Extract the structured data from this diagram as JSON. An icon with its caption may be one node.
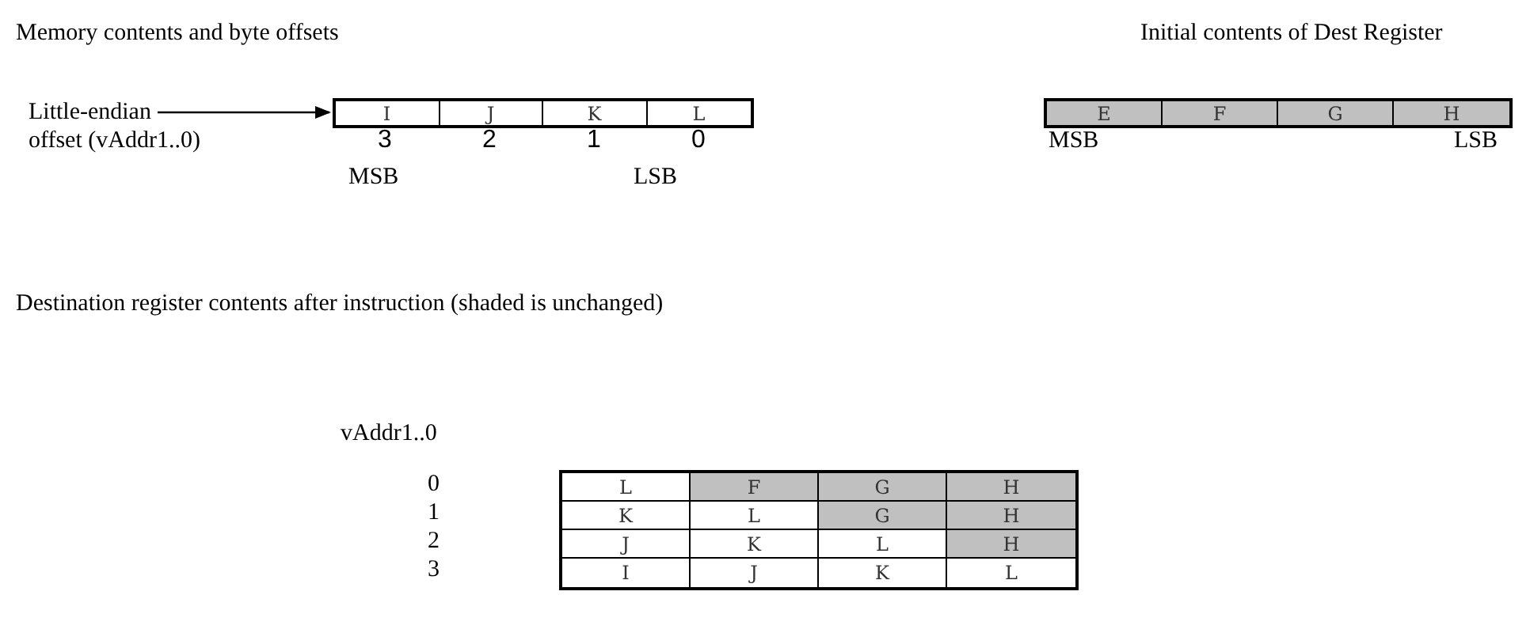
{
  "diagram": {
    "nodes": [
      {
        "text": [
          "Little-endian"
        ]
      },
      {
        "text": [],
        "shape": "box"
      },
      {
        "text": [
          "I"
        ],
        "in": 1
      },
      {
        "text": [
          "J"
        ],
        "in": 1
      },
      {
        "text": [
          "K"
        ],
        "in": 1
      },
      {
        "text": [
          "L"
        ],
        "in": 1
      },
      {
        "text": [],
        "shape": "box"
      },
      {
        "text": [
          "E"
        ],
        "in": 6
      },
      {
        "text": [
          "F"
        ],
        "in": 6
      },
      {
        "text": [
          "G"
        ],
        "in": 6
      },
      {
        "text": [
          "H"
        ],
        "in": 6
      },
      {
        "text": [],
        "shape": "box"
      },
      {
        "text": [
          "L"
        ],
        "in": 11
      },
      {
        "text": [
          "F"
        ],
        "in": 11
      },
      {
        "text": [
          "G"
        ],
        "in": 11
      },
      {
        "text": [
          "H"
        ],
        "in": 11
      },
      {
        "text": [
          "K"
        ],
        "in": 11
      },
      {
        "text": [
          "L"
        ],
        "in": 11
      },
      {
        "text": [
          "G"
        ],
        "in": 11
      },
      {
        "text": [
          "H"
        ],
        "in": 11
      },
      {
        "text": [
          "J"
        ],
        "in": 11
      },
      {
        "text": [
          "K"
        ],
        "in": 11
      },
      {
        "text": [
          "L"
        ],
        "in": 11
      },
      {
        "text": [
          "H"
        ],
        "in": 11
      },
      {
        "text": [
          "I"
        ],
        "in": 11
      },
      {
        "text": [
          "J"
        ],
        "in": 11
      },
      {
        "text": [
          "K"
        ],
        "in": 11
      },
      {
        "text": [
          "L"
        ],
        "in": 11
      }
    ],
    "edges": [
      {
        "from": 0,
        "to": 1,
        "arrow": "to"
      }
    ],
    "labels": [
      "Memory contents and byte offsets",
      "Initial contents of Dest Register",
      "offset (vAddr1..0)",
      "3",
      "2",
      "1",
      "0",
      "MSB",
      "LSB",
      "MSB",
      "LSB",
      "Destination register contents after instruction (shaded is unchanged)",
      "vAddr1..0",
      "0",
      "1",
      "2",
      "3"
    ]
  }
}
